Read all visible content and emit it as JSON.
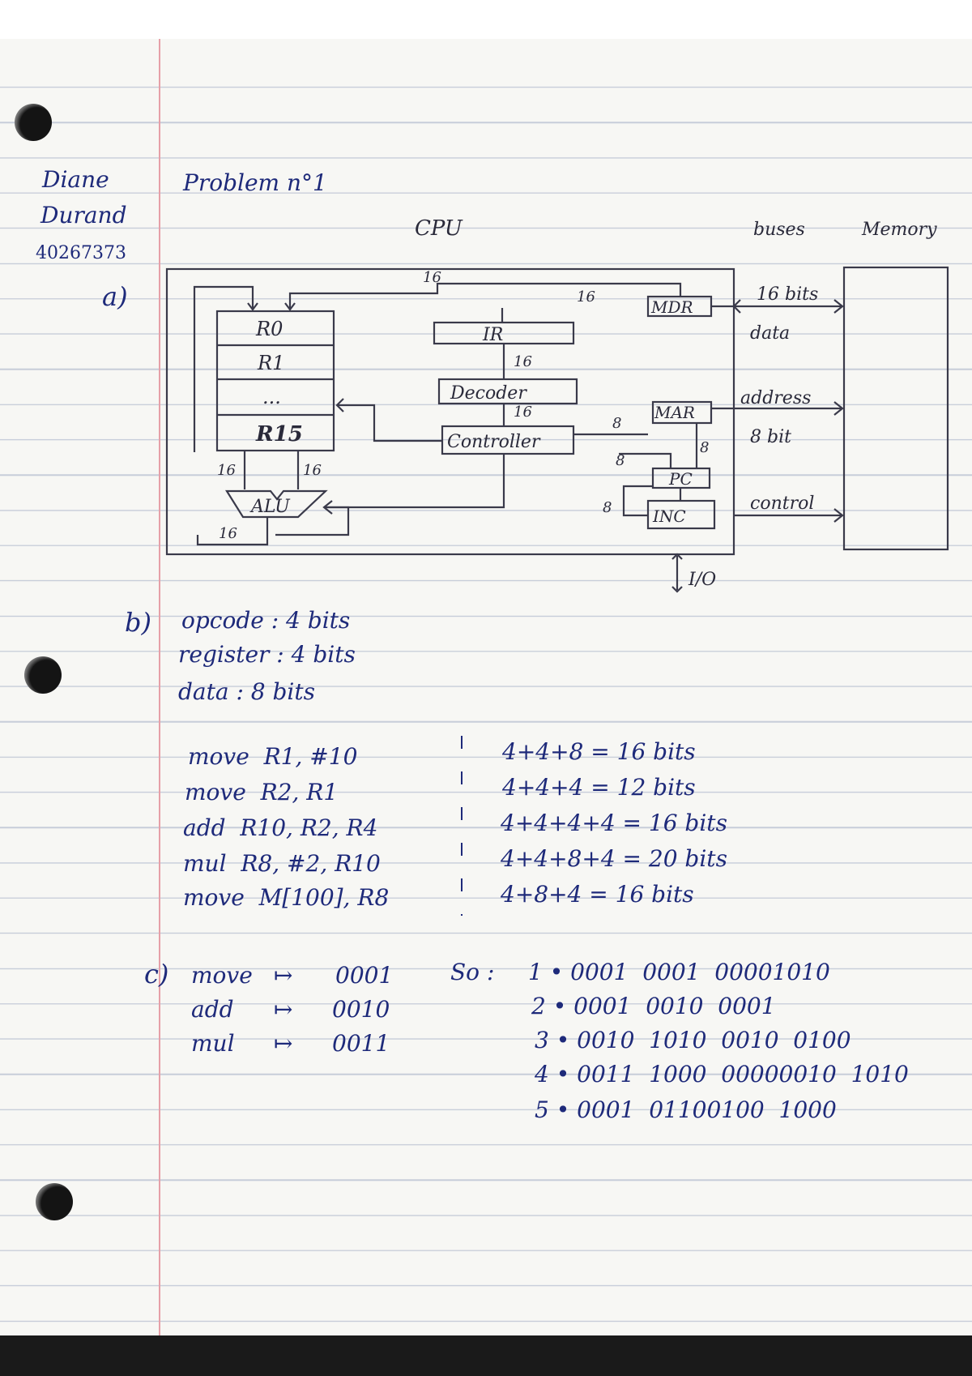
{
  "header": {
    "name_first": "Diane",
    "name_last": "Durand",
    "student_id": "40267373",
    "problem_title": "Problem n°1"
  },
  "part_a": {
    "label": "a)",
    "diagram": {
      "cpu_label": "CPU",
      "buses_label": "buses",
      "memory_label": "Memory",
      "registers": [
        "R0",
        "R1",
        "...",
        "R15"
      ],
      "ir_label": "IR",
      "decoder_label": "Decoder",
      "controller_label": "Controller",
      "alu_label": "ALU",
      "mdr_label": "MDR",
      "mar_label": "MAR",
      "pc_label": "PC",
      "inc_label": "INC",
      "io_label": "I/O",
      "bus_data_width": "16 bits",
      "bus_data_label": "data",
      "bus_address_label": "address",
      "bus_address_width": "8 bit",
      "bus_control_label": "control",
      "width_16": "16",
      "width_8": "8"
    }
  },
  "part_b": {
    "label": "b)",
    "fields": [
      "opcode : 4 bits",
      "register : 4 bits",
      "data : 8 bits"
    ],
    "instructions": [
      {
        "instr": "move  R1, #10",
        "size": "4+4+8 = 16 bits"
      },
      {
        "instr": "move  R2, R1",
        "size": "4+4+4 = 12 bits"
      },
      {
        "instr": "add  R10, R2, R4",
        "size": "4+4+4+4 = 16 bits"
      },
      {
        "instr": "mul  R8, #2, R10",
        "size": "4+4+8+4 = 20 bits"
      },
      {
        "instr": "move  M[100], R8",
        "size": "4+8+4 = 16 bits"
      }
    ]
  },
  "part_c": {
    "label": "c)",
    "opcodes": [
      {
        "name": "move",
        "arrow": "↦",
        "code": "0001"
      },
      {
        "name": "add",
        "arrow": "↦",
        "code": "0010"
      },
      {
        "name": "mul",
        "arrow": "↦",
        "code": "0011"
      }
    ],
    "so_label": "So :",
    "encodings": [
      "1 • 0001  0001  00001010",
      "2 • 0001  0010  0001",
      "3 • 0010  1010  0010  0100",
      "4 • 0011  1000  00000010  1010",
      "5 • 0001  01100100  1000"
    ]
  }
}
